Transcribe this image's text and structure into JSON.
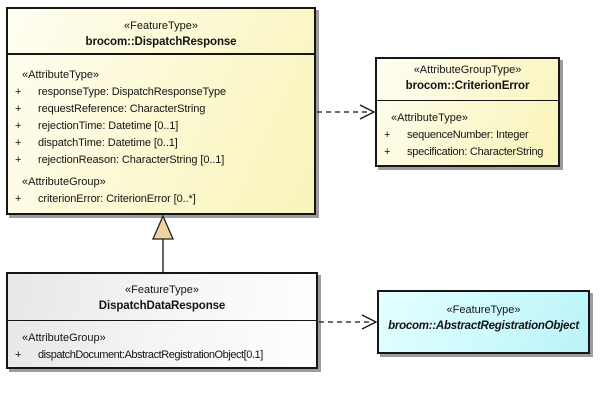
{
  "classes": [
    {
      "stereotype": "«FeatureType»",
      "name": "brocom::DispatchResponse",
      "fill": "#FBF6C3",
      "sections": [
        {
          "label": "«AttributeType»",
          "attributes": [
            {
              "vis": "+",
              "text": "responseType: DispatchResponseType"
            },
            {
              "vis": "+",
              "text": "requestReference: CharacterString"
            },
            {
              "vis": "+",
              "text": "rejectionTime: Datetime [0..1]"
            },
            {
              "vis": "+",
              "text": "dispatchTime: Datetime [0..1]"
            },
            {
              "vis": "+",
              "text": "rejectionReason: CharacterString [0..1]"
            }
          ]
        },
        {
          "label": "«AttributeGroup»",
          "attributes": [
            {
              "vis": "+",
              "text": "criterionError: CriterionError [0..*]"
            }
          ]
        }
      ]
    },
    {
      "stereotype": "«AttributeGroupType»",
      "name": "brocom::CriterionError",
      "fill": "#FBF6C3",
      "sections": [
        {
          "label": "«AttributeType»",
          "attributes": [
            {
              "vis": "+",
              "text": "sequenceNumber: Integer"
            },
            {
              "vis": "+",
              "text": "specification: CharacterString"
            }
          ]
        }
      ]
    },
    {
      "stereotype": "«FeatureType»",
      "name": "DispatchDataResponse",
      "fill": "#F0F0F0",
      "sections": [
        {
          "label": "«AttributeGroup»",
          "attributes": [
            {
              "vis": "+",
              "text": "dispatchDocument:AbstractRegistrationObject[0.1]"
            }
          ]
        }
      ]
    },
    {
      "stereotype": "«FeatureType»",
      "name": "brocom::AbstractRegistrationObject",
      "fill": "#C6F8FB",
      "sections": []
    }
  ],
  "relationships": [
    {
      "type": "dependency",
      "from": "brocom::DispatchResponse",
      "to": "brocom::CriterionError",
      "line": "dashed-open-arrow"
    },
    {
      "type": "generalization",
      "from": "DispatchDataResponse",
      "to": "brocom::DispatchResponse",
      "line": "solid-hollow-triangle"
    },
    {
      "type": "dependency",
      "from": "DispatchDataResponse",
      "to": "brocom::AbstractRegistrationObject",
      "line": "dashed-open-arrow"
    }
  ],
  "colors": {
    "border": "#161616",
    "shadow": "#9C9C9C",
    "generalization_arrow_fill": "#F0D2A2"
  }
}
